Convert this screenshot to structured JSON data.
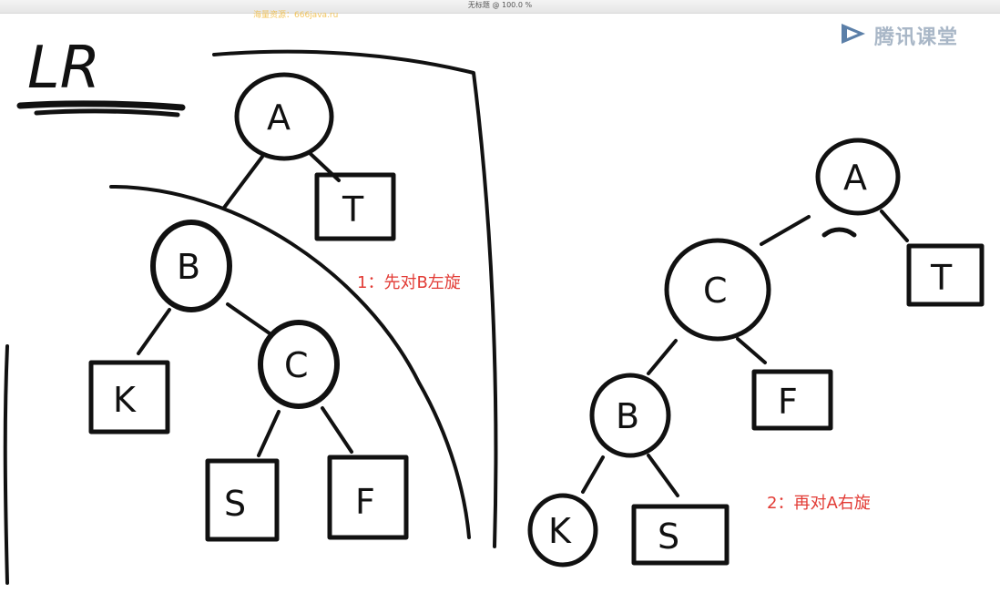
{
  "window": {
    "title": "无标题 @ 100.0 %"
  },
  "watermark": {
    "text": "海量资源：666java.ru"
  },
  "logo": {
    "text": "腾讯课堂",
    "color": "#a9b7c7",
    "icon": "play-icon"
  },
  "heading": {
    "text": "LR"
  },
  "annotations": {
    "step1": "1：先对B左旋",
    "step2": "2：再对A右旋"
  },
  "tree_before": {
    "A": "A",
    "T": "T",
    "B": "B",
    "K": "K",
    "C": "C",
    "S": "S",
    "F": "F"
  },
  "tree_after": {
    "A": "A",
    "T": "T",
    "C": "C",
    "F": "F",
    "B": "B",
    "K": "K",
    "S": "S"
  },
  "colors": {
    "ink": "#111111",
    "annotation": "#e23b35"
  }
}
